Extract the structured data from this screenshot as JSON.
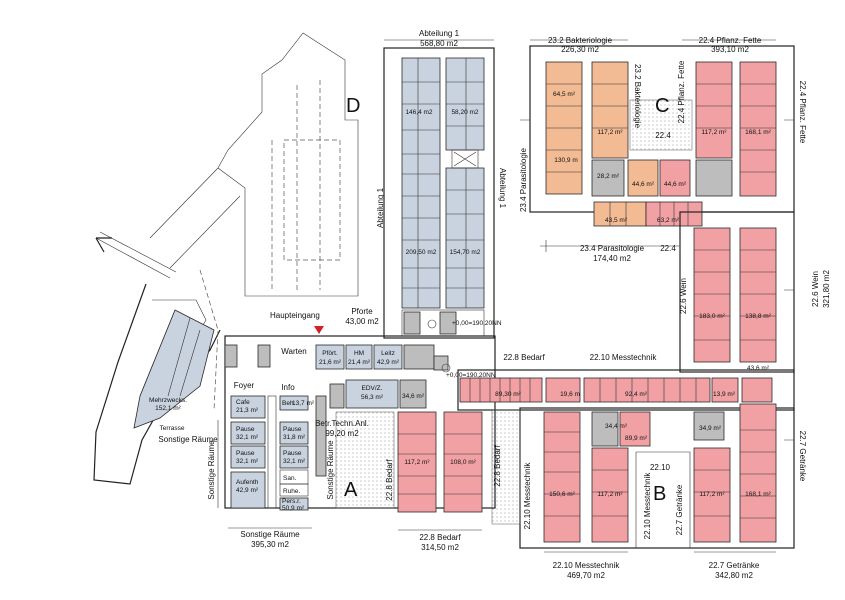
{
  "building_letters": {
    "a": "A",
    "b": "B",
    "c": "C",
    "d": "D"
  },
  "wing_labels": {
    "abteilung_top": {
      "name": "Abteilung 1",
      "area": "568,80 m2"
    },
    "abteilung_side": "Abteilung 1",
    "abteilung_side2": "Abteilung 1",
    "bakteriologie_top": {
      "name": "23.2 Bakteriologie",
      "area": "226,30 m2"
    },
    "bakteriologie_side": "23.2 Bakteriologie",
    "pflanz_top": {
      "name": "22.4 Pflanz. Fette",
      "area": "393,10 m2"
    },
    "pflanz_side": "22.4 Pflanz. Fette",
    "pflanz_side_right": "22.4 Pflanz. Fette",
    "parasitologie_side": "23.4 Parasitologie",
    "parasitologie_bottom": {
      "name": "23.4 Parasitologie",
      "area": "174,40 m2"
    },
    "wein_side": "22.6 Wein",
    "wein_right": {
      "name": "22.6 Wein",
      "area": "321,80 m2"
    },
    "bedarf_mid": "22.8 Bedarf",
    "messtechnik_mid": "22.10 Messtechnik",
    "getraenke_right": "22.7 Getränke",
    "bedarf_bottom": {
      "name": "22.8 Bedarf",
      "area": "314,50 m2"
    },
    "messtechnik_bottom": {
      "name": "22.10 Messtechnik",
      "area": "469,70 m2"
    },
    "getraenke_bottom": {
      "name": "22.7 Getränke",
      "area": "342,80 m2"
    },
    "sonstige_bottom": {
      "name": "Sonstige Räume",
      "area": "395,30 m2"
    },
    "sonstige_left": "Sonstige Räume",
    "sonstige_left2": "Sonstige Räume",
    "sonstige_terrasse": "Sonstige Räume",
    "bedarf_vert_a": "22.8 Bedarf",
    "bedarf_vert_b": "22.8 Bedarf",
    "messtechnik_vert": "22.10 Messtechnik",
    "messtechnik_vert2": "22.10 Messtechnik",
    "getraenke_vert": "22.7 Getränke",
    "label_2210": "22.10",
    "label_224a": "22.4",
    "label_224b": "22.4",
    "haupteingang": "Haupteingang",
    "pforte": {
      "name": "Pforte",
      "area": "43,00 m2"
    },
    "warten": "Warten",
    "foyer": "Foyer",
    "info": "Info",
    "betr": {
      "name": "Betr.Techn.Anl.",
      "area": "99,20 m2"
    },
    "terrasse": "Terrasse",
    "level1": "+0,00=190,20NN",
    "level2": "+0,00=190,20NN"
  },
  "rooms": {
    "d1": "146,4 m2",
    "d2": "58,20 m2",
    "d3": "209,50 m2",
    "d4": "154,70 m2",
    "c1": "64,5 m²",
    "c2": "117,2 m²",
    "c3": "130,9 m",
    "c4": "117,2 m²",
    "c5": "168,1 m²",
    "c6": "44,6 m²",
    "c7": "44,6 m²",
    "c8": "43,5 m²",
    "c9": "63,2 m²",
    "c10": "28,2 m²",
    "w1": "183,0 m²",
    "w2": "138,8 m²",
    "w3": "43,6 m²",
    "m1": "89,30 m²",
    "m2": "19,6 m",
    "m3": "92,4 m²",
    "m4": "13,9 m²",
    "b1": "89,9 m²",
    "b2": "150,6 m²",
    "b3": "117,2 m²",
    "b4": "117,2 m²",
    "b5": "168,1 m²",
    "b6": "34,4 m²",
    "b7": "34,9 m²",
    "a1": "117,2 m²",
    "a2": "108,0 m²",
    "pfort": "Pfört.",
    "pfort_a": "21,6 m²",
    "hm": "HM",
    "hm_a": "21,4 m²",
    "leitz": "Leitz",
    "leitz_a": "42,9 m²",
    "edv": "EDV/Z.",
    "edv_a": "56,3 m²",
    "r34": "34,6 m²",
    "cafe": "Cafe",
    "cafe_a": "21,3 m²",
    "beh": "Beh.",
    "beh_a": "13,7 m²",
    "pause1": "Pause",
    "pause1_a": "32,1 m²",
    "pause2": "Pause",
    "pause2_a": "31,8 m²",
    "pause3": "Pause",
    "pause3_a": "32,1 m²",
    "pause4": "Pause",
    "pause4_a": "32,1 m²",
    "aufenth": "Aufenth",
    "aufenth_a": "42,9 m²",
    "san": "San.",
    "ruhe": "Ruhe.",
    "pers": "Pers.r.",
    "pers_a": "50,9 m²",
    "mehr": "Mehrzwecks.",
    "mehr_a": "152,1 m²"
  },
  "colors": {
    "office": "#c9d3df",
    "lab_red": "#f1a1a4",
    "lab_orange": "#f2bb94",
    "tech": "#bdbdbd"
  }
}
